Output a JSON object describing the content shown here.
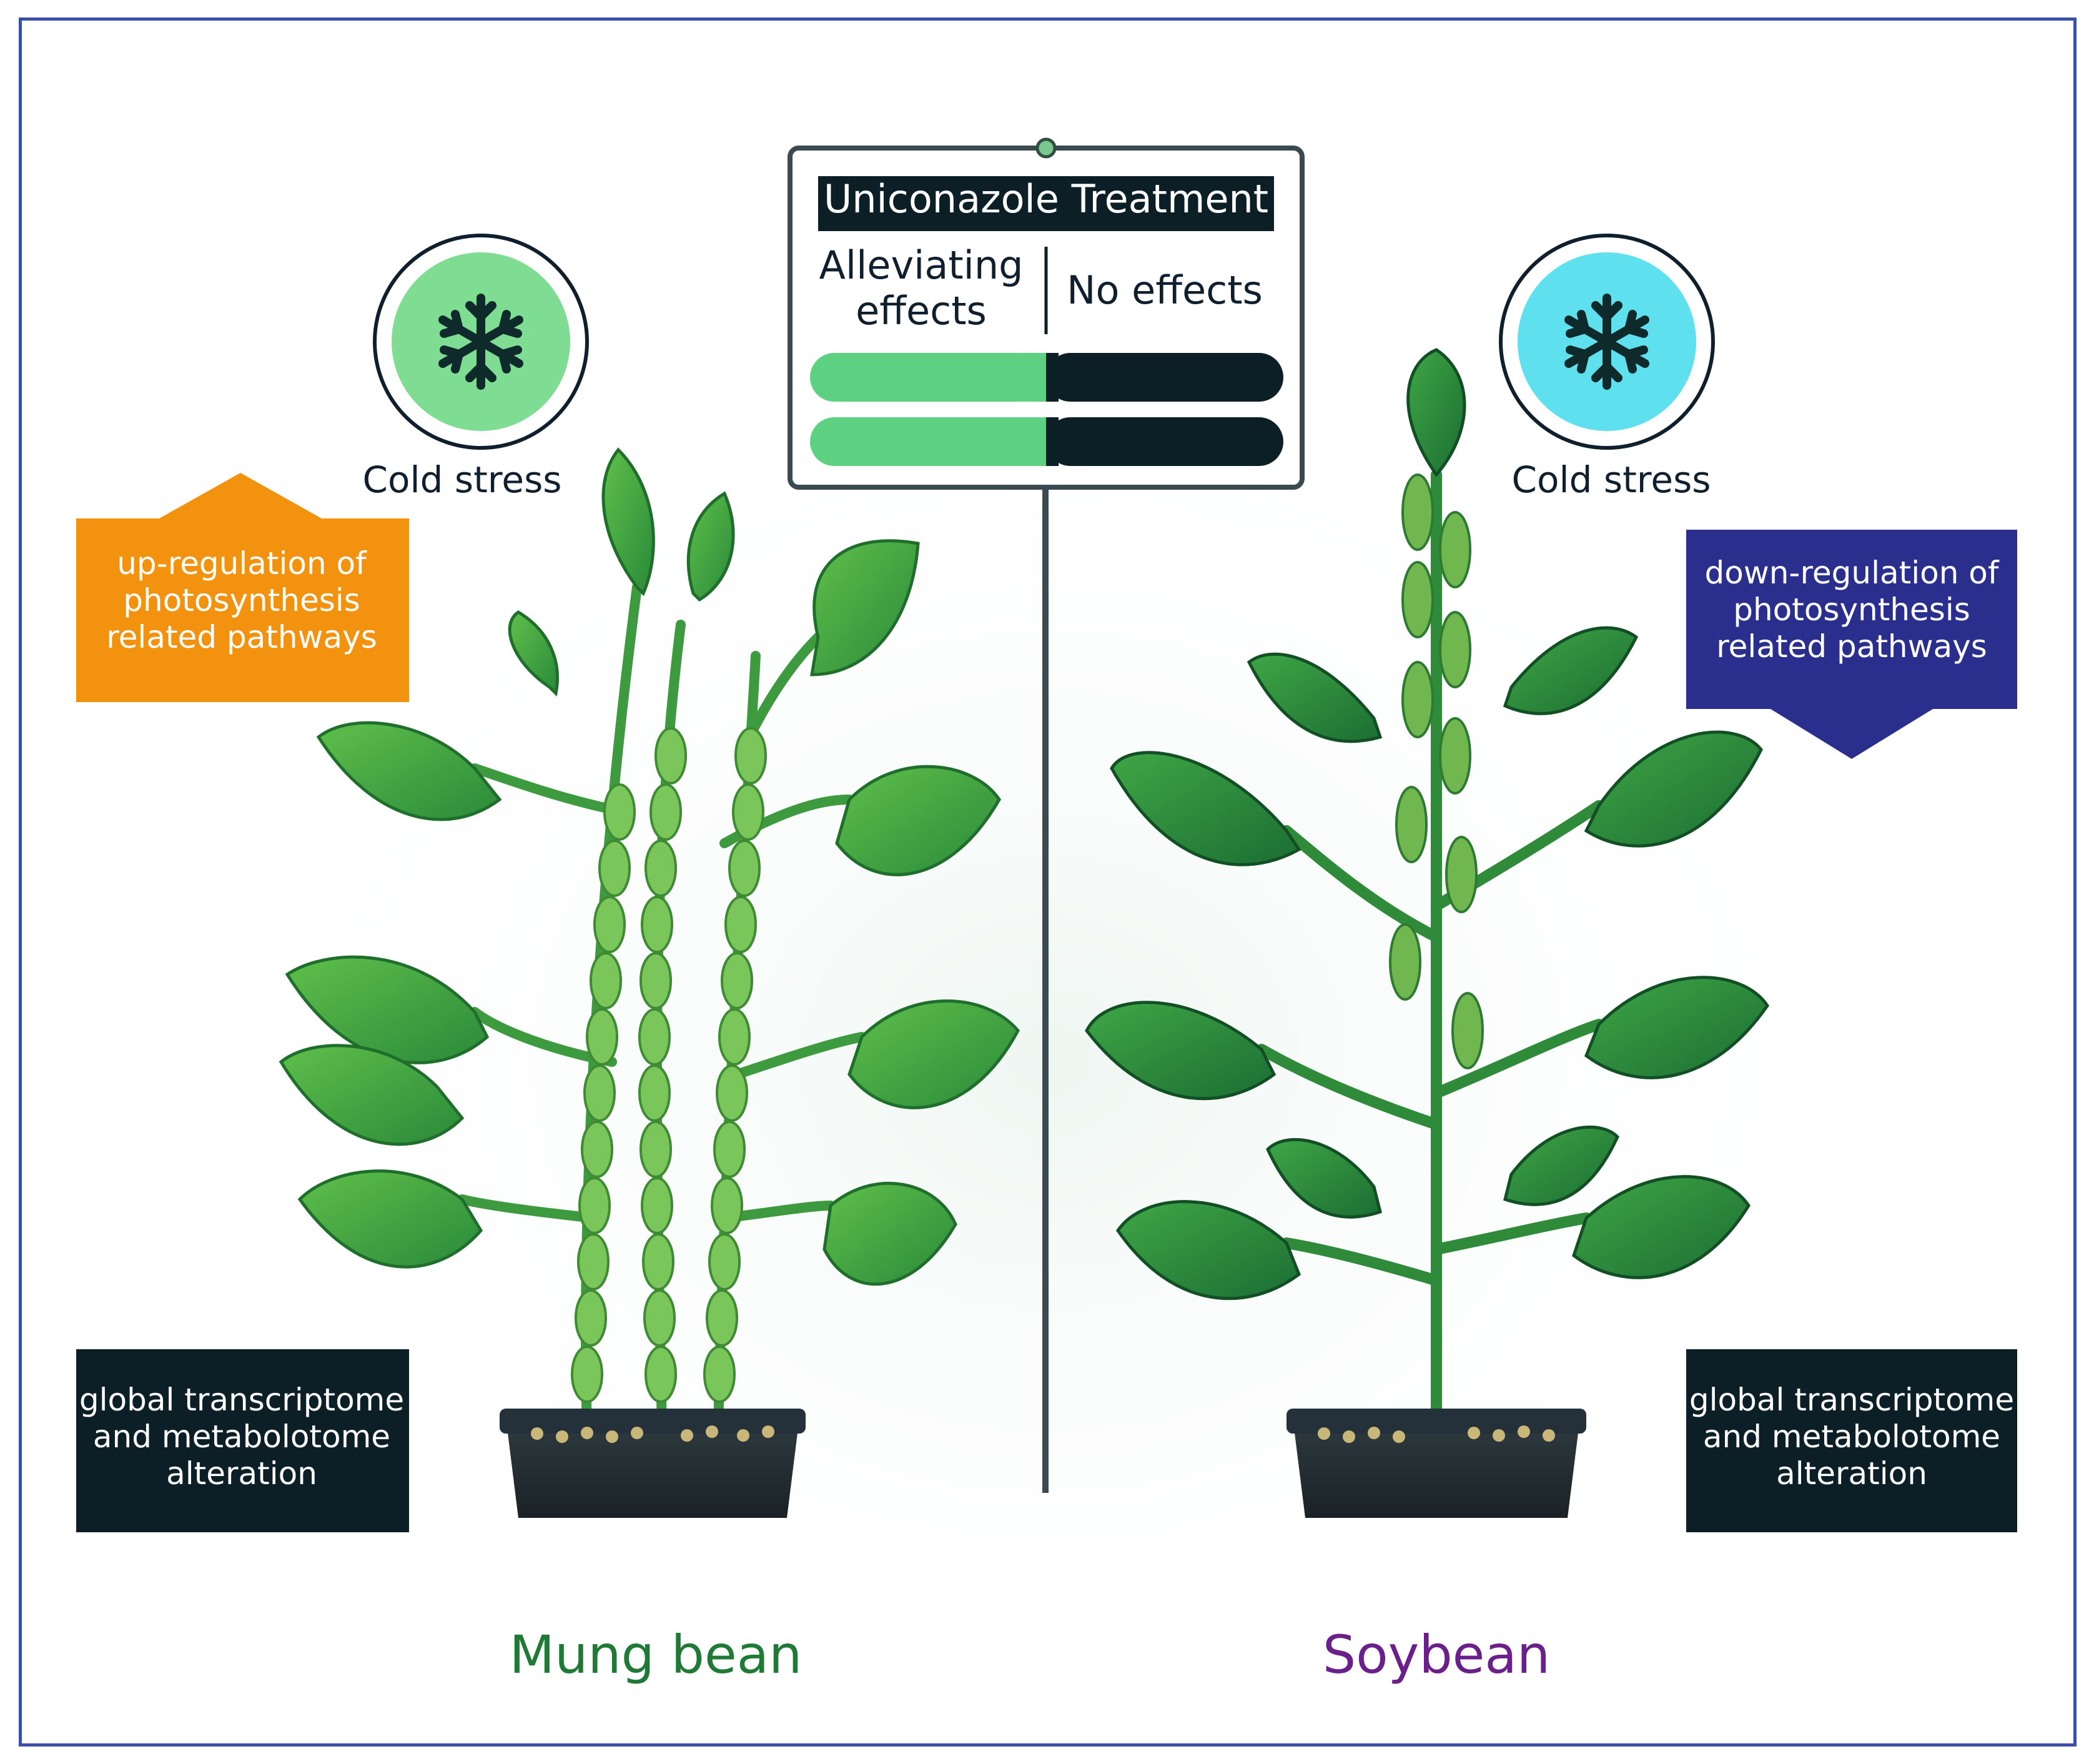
{
  "treatment": {
    "title": "Uniconazole Treatment",
    "effect_yes": "Alleviating effects",
    "effect_no": "No effects",
    "colors": {
      "alleviating": "#5dd181",
      "none": "#0d1f26"
    }
  },
  "left_panel": {
    "species": "Mung bean",
    "species_color": "#1f7a36",
    "stress_label": "Cold stress",
    "stress_icon": "snowflake-icon",
    "stress_icon_bg": "#7fdc93",
    "regulation": "up-regulation of photosynthesis related pathways",
    "regulation_color": "#f3920f",
    "omics": "global transcriptome and metabolotome alteration"
  },
  "right_panel": {
    "species": "Soybean",
    "species_color": "#6b1f8a",
    "stress_label": "Cold stress",
    "stress_icon": "snowflake-icon",
    "stress_icon_bg": "#5fe0ef",
    "regulation": "down-regulation of photosynthesis related pathways",
    "regulation_color": "#2a2e8c",
    "omics": "global transcriptome and metabolotome alteration"
  }
}
